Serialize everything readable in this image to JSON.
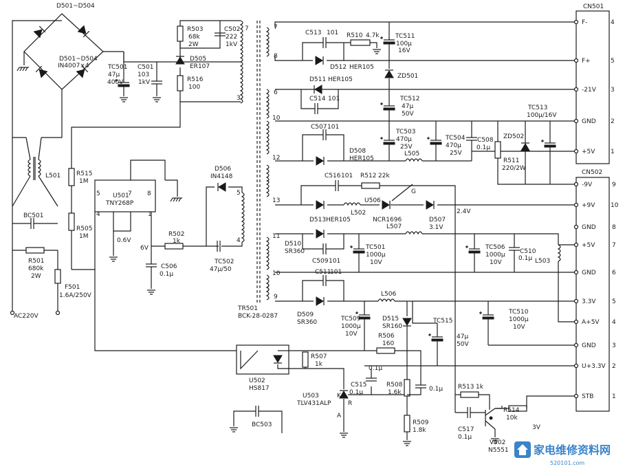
{
  "ac_input": {
    "label": "AC220V",
    "fuse": "F501",
    "fuse_value": "1.6A/250V",
    "bridge": "D501~D504",
    "bridge_value": "IN4007×4"
  },
  "components": {
    "tc501": [
      "TC501",
      "47μ",
      "400V"
    ],
    "c501": [
      "C501",
      "103",
      "1kV"
    ],
    "r503": [
      "R503",
      "68k",
      "2W"
    ],
    "c502": [
      "C502",
      "222",
      "1kV"
    ],
    "d505": [
      "D505",
      "ER107"
    ],
    "r516": [
      "R516",
      "100"
    ],
    "l501": "L501",
    "bc501": "BC501",
    "r501": [
      "R501",
      "680k",
      "2W"
    ],
    "r515": [
      "R515",
      "1M"
    ],
    "r505": [
      "R505",
      "1M"
    ],
    "u501": [
      "U501",
      "TNY268P"
    ],
    "u501_pins": [
      "5",
      "7",
      "8",
      "4",
      "1"
    ],
    "v06": "0.6V",
    "v6": "6V",
    "r502": [
      "R502",
      "1k"
    ],
    "c506": [
      "C506",
      "0.1μ"
    ],
    "d506": [
      "D506",
      "IN4148"
    ],
    "tc502": [
      "TC502",
      "47μ/50"
    ],
    "tr501": [
      "TR501",
      "BCK-28-0287"
    ],
    "tr_pins": [
      "7",
      "8",
      "3",
      "6",
      "10",
      "12",
      "13",
      "5",
      "4",
      "11",
      "10",
      "9"
    ],
    "c513": [
      "C513",
      "101"
    ],
    "r510": [
      "R510",
      "4.7k"
    ],
    "tc511": [
      "TC511",
      "100μ",
      "16V"
    ],
    "d512": [
      "D512",
      "HER105"
    ],
    "zd501": "ZD501",
    "d511": [
      "D511",
      "HER105"
    ],
    "c514": [
      "C514",
      "101"
    ],
    "tc512": [
      "TC512",
      "47μ",
      "50V"
    ],
    "c507": [
      "C507",
      "101"
    ],
    "d508": [
      "D508",
      "HER105"
    ],
    "tc503": [
      "TC503",
      "470μ",
      "25V"
    ],
    "tc504": [
      "TC504",
      "470μ",
      "25V"
    ],
    "c508": [
      "C508",
      "0.1μ"
    ],
    "l505": "L505",
    "zd502": "ZD502",
    "tc513": [
      "TC513",
      "100μ/16V"
    ],
    "r511": [
      "R511",
      "220/2W"
    ],
    "c516": [
      "C516",
      "101"
    ],
    "r512": [
      "R512",
      "22k"
    ],
    "u506": [
      "U506",
      "NCR1696"
    ],
    "g": "G",
    "d513": [
      "D513",
      "HER105"
    ],
    "l502": "L502",
    "d507": [
      "D507",
      "3.1V"
    ],
    "v24": "2.4V",
    "l507": "L507",
    "d510": [
      "D510",
      "SR360"
    ],
    "c509": [
      "C509",
      "101"
    ],
    "tc501b": [
      "TC501",
      "1000μ",
      "10V"
    ],
    "tc506": [
      "TC506",
      "1000μ",
      "10V"
    ],
    "c510": [
      "C510",
      "0.1μ"
    ],
    "l503": "L503",
    "c511": [
      "C511",
      "101"
    ],
    "d509": [
      "D509",
      "SR360"
    ],
    "l506": "L506",
    "tc509": [
      "TC509",
      "1000μ",
      "10V"
    ],
    "d515": [
      "D515",
      "SR160"
    ],
    "tc515": "TC515",
    "tc515_val": [
      "47μ",
      "50V"
    ],
    "r506": [
      "R506",
      "160"
    ],
    "tc510": [
      "TC510",
      "1000μ",
      "10V"
    ],
    "u502": [
      "U502",
      "HS817"
    ],
    "r507": [
      "R507",
      "1k"
    ],
    "c_01": "0.1μ",
    "c515": [
      "C515",
      "0.1μ"
    ],
    "u503": [
      "U503",
      "TLV431ALP"
    ],
    "kra": [
      "K",
      "R",
      "A"
    ],
    "r508": [
      "R508",
      "1.6k"
    ],
    "c_01b": "0.1μ",
    "r509": [
      "R509",
      "1.8k"
    ],
    "bc503": "BC503",
    "r513": [
      "R513",
      "1k"
    ],
    "c517": [
      "C517",
      "0.1μ"
    ],
    "r514": [
      "R514",
      "10k"
    ],
    "v3": "3V",
    "v502": [
      "V502",
      "N5551"
    ]
  },
  "cn501": {
    "title": "CN501",
    "pins": [
      {
        "label": "F-",
        "num": "4"
      },
      {
        "label": "F+",
        "num": "5"
      },
      {
        "label": "-21V",
        "num": "3"
      },
      {
        "label": "GND",
        "num": "2"
      },
      {
        "label": "+5V",
        "num": "1"
      }
    ]
  },
  "cn502": {
    "title": "CN502",
    "pins": [
      {
        "label": "-9V",
        "num": "9"
      },
      {
        "label": "+9V",
        "num": "10"
      },
      {
        "label": "GND",
        "num": "8"
      },
      {
        "label": "+5V",
        "num": "7"
      },
      {
        "label": "GND",
        "num": "6"
      },
      {
        "label": "3.3V",
        "num": "5"
      },
      {
        "label": "A+5V",
        "num": "4"
      },
      {
        "label": "GND",
        "num": "3"
      },
      {
        "label": "U+3.3V",
        "num": "2"
      },
      {
        "label": "STB",
        "num": "1"
      }
    ]
  },
  "watermark": {
    "text": "家电维修资料网",
    "url": "520101.com"
  }
}
